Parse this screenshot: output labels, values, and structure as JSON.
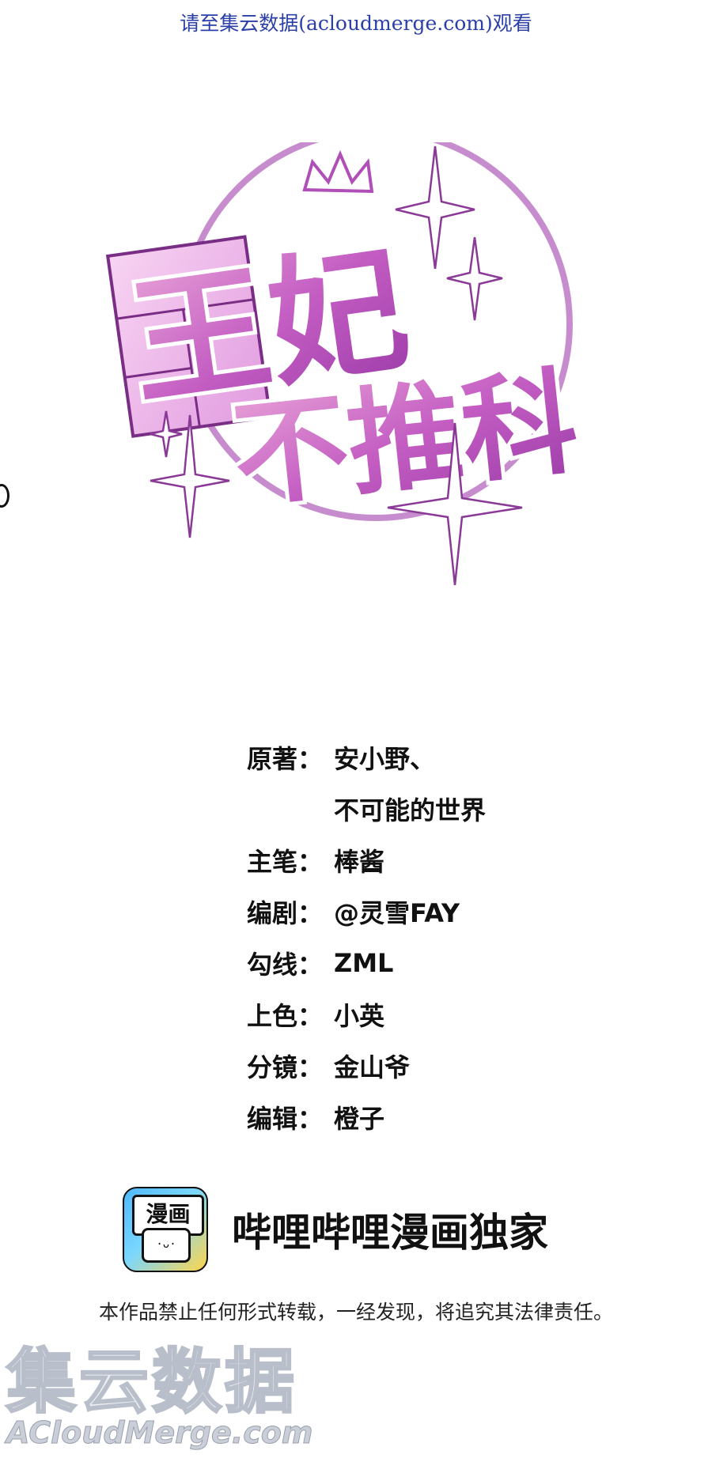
{
  "top_banner": "请至集云数据(acloudmerge.com)观看",
  "logo": {
    "title_line1": "王妃",
    "title_line2": "不推科",
    "colors": {
      "primary": "#b04fb8",
      "light": "#f5c8ee",
      "outline": "#7a2d85"
    }
  },
  "credits": [
    {
      "label": "原著：",
      "value": "安小野、"
    },
    {
      "label": "",
      "value": "不可能的世界"
    },
    {
      "label": "主笔：",
      "value": "棒酱"
    },
    {
      "label": "编剧：",
      "value": "@灵雪FAY"
    },
    {
      "label": "勾线：",
      "value": "ZML"
    },
    {
      "label": "上色：",
      "value": "小英"
    },
    {
      "label": "分镜：",
      "value": "金山爷"
    },
    {
      "label": "编辑：",
      "value": "橙子"
    }
  ],
  "publisher": {
    "icon_name": "bilibili-comics-app-icon",
    "icon_text": "漫画",
    "label": "哔哩哔哩漫画独家"
  },
  "notice": "本作品禁止任何形式转载，一经发现，将追究其法律责任。",
  "watermark": {
    "cn": "集云数据",
    "en": "ACloudMerge.com"
  }
}
